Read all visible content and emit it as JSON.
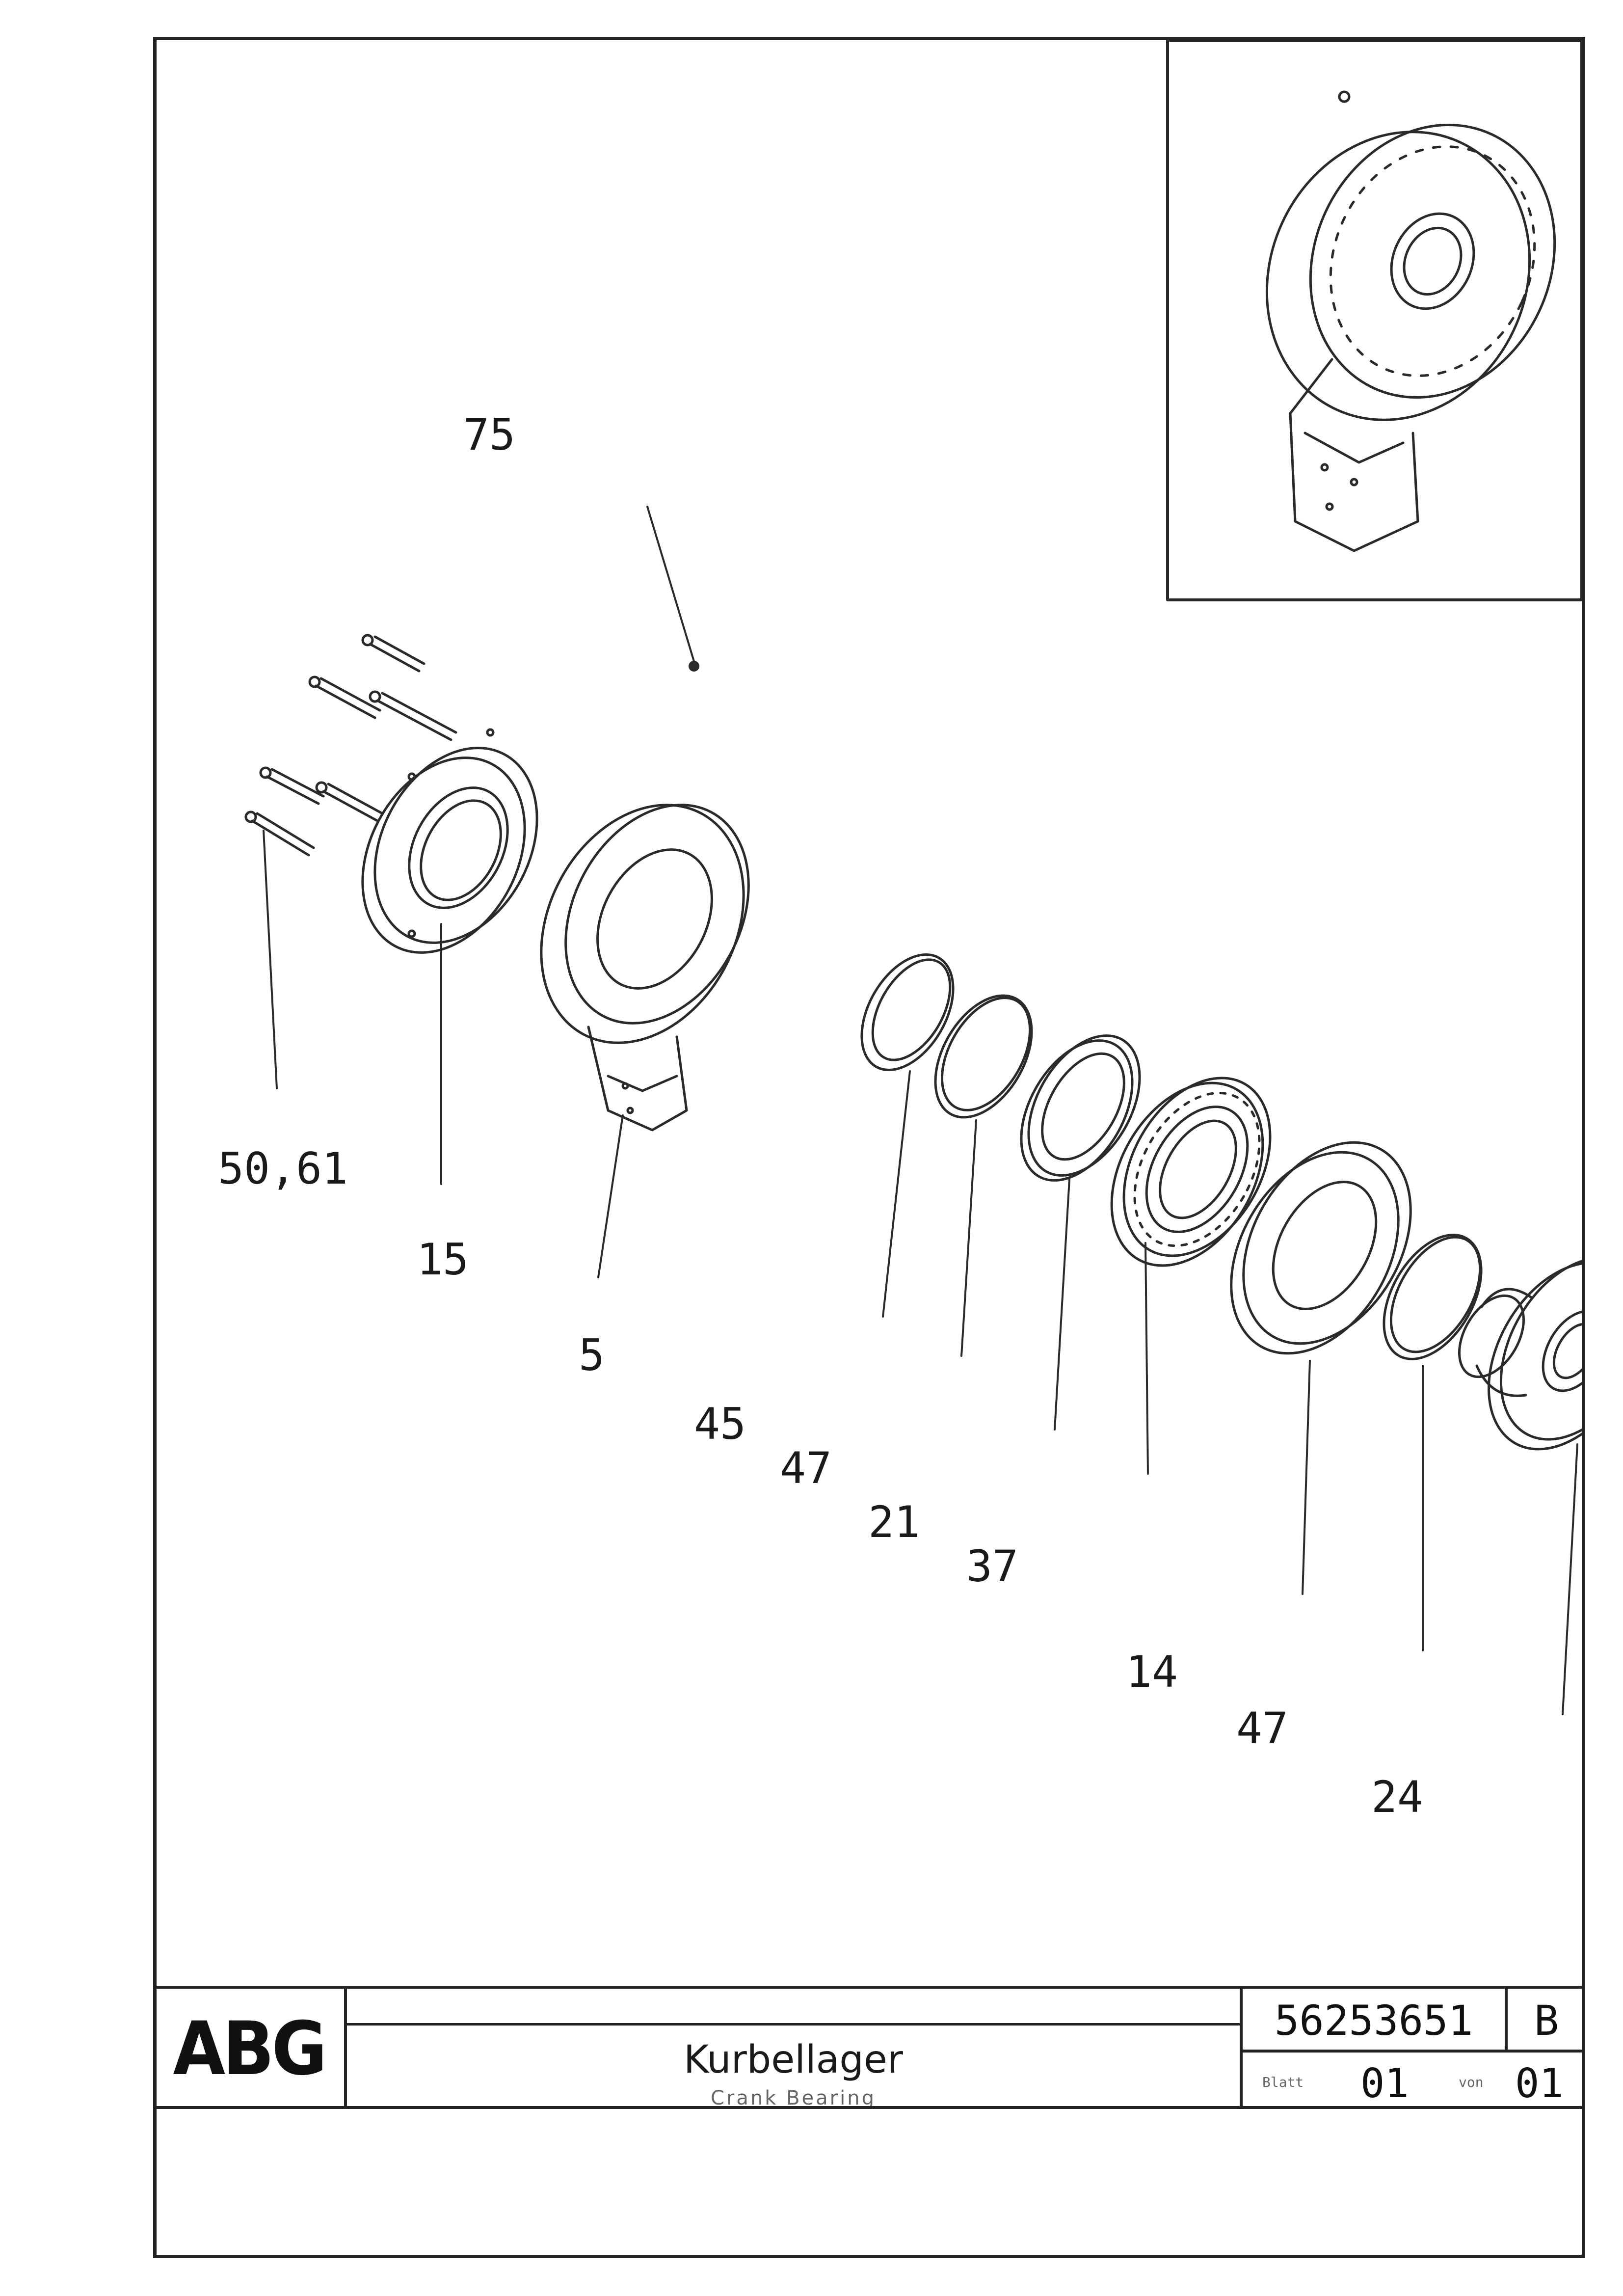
{
  "callouts": {
    "c75": "75",
    "c50_61": "50,61",
    "c15": "15",
    "c5": "5",
    "c45": "45",
    "c47a": "47",
    "c21": "21",
    "c37": "37",
    "c14": "14",
    "c47b": "47",
    "c24": "24"
  },
  "title_block": {
    "logo": "ABG",
    "sub_header": "",
    "title_de": "Kurbellager",
    "title_en": "Crank Bearing",
    "doc_number": "56253651",
    "revision": "B",
    "sheet_label": "Blatt",
    "sheet_number": "01",
    "of_label": "von",
    "sheet_total": "01"
  },
  "disclaimer": "",
  "side_code": ""
}
